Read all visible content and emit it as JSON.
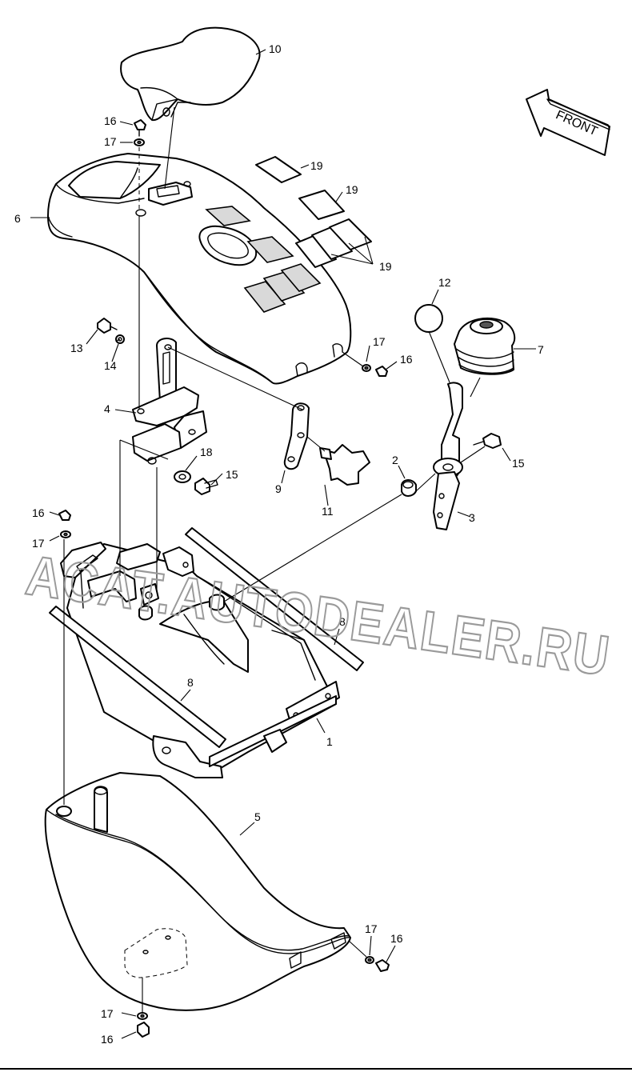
{
  "watermark": "ACAT.AUTODEALER.RU",
  "front_label": "FRONT",
  "callouts": {
    "c1": "1",
    "c2": "2",
    "c3": "3",
    "c4": "4",
    "c5": "5",
    "c6": "6",
    "c7": "7",
    "c8a": "8",
    "c8b": "8",
    "c9": "9",
    "c10": "10",
    "c11": "11",
    "c12": "12",
    "c13": "13",
    "c14": "14",
    "c15a": "15",
    "c15b": "15",
    "c16a": "16",
    "c16b": "16",
    "c16c": "16",
    "c16d": "16",
    "c16e": "16",
    "c17a": "17",
    "c17b": "17",
    "c17c": "17",
    "c17d": "17",
    "c17e": "17",
    "c18": "18",
    "c19a": "19",
    "c19b": "19",
    "c19c": "19"
  }
}
